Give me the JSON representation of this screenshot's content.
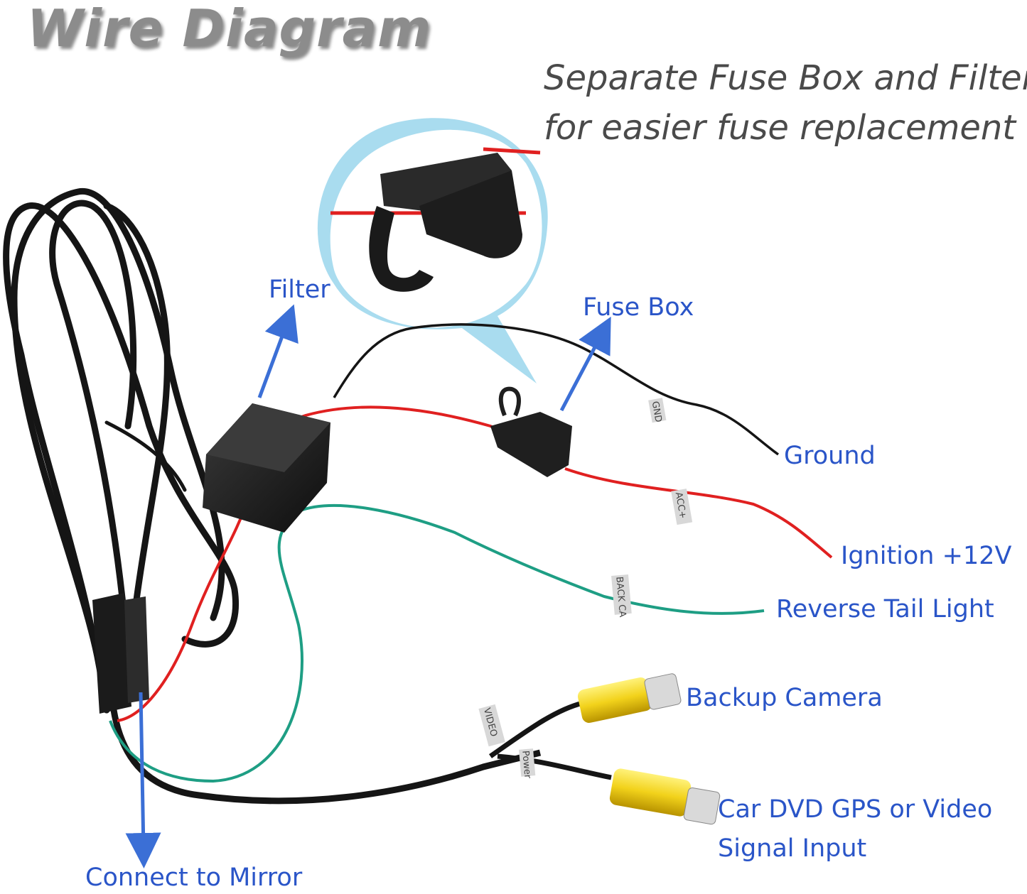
{
  "title": "Wire Diagram",
  "caption": {
    "line1": "Separate Fuse Box and Filter",
    "line2": "for easier fuse replacement"
  },
  "labels": {
    "filter": "Filter",
    "fuse_box": "Fuse Box",
    "ground": "Ground",
    "ignition": "Ignition +12V",
    "reverse": "Reverse Tail Light",
    "backup_camera": "Backup Camera",
    "car_dvd_line1": "Car DVD GPS or Video",
    "car_dvd_line2": "Signal Input",
    "connect_mirror": "Connect to Mirror"
  },
  "wire_tags": {
    "ground": "GND",
    "acc": "ACC+",
    "back": "BACK CA",
    "video": "VIDEO",
    "power": "Power"
  },
  "colors": {
    "label_blue": "#2a55c8",
    "arrow_blue": "#3b6fd6",
    "bubble": "#a9dcef",
    "red_wire": "#e02020",
    "green_wire": "#1e9e84",
    "black_wire": "#151515",
    "rca_yellow": "#f2d21b"
  }
}
